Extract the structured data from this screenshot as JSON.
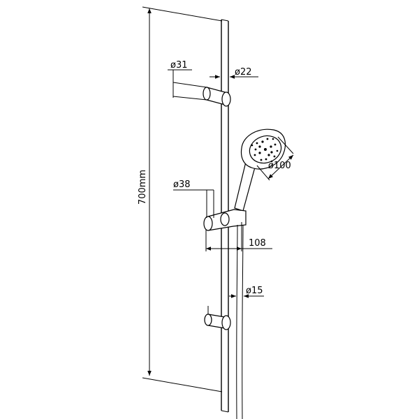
{
  "dimensions": {
    "total_height": "700mm",
    "bracket_top": "ø31",
    "rail": "ø22",
    "slider": "ø38",
    "head": "ø100",
    "projection": "108",
    "hose": "ø15"
  },
  "colors": {
    "line": "#000000",
    "background": "#ffffff"
  }
}
